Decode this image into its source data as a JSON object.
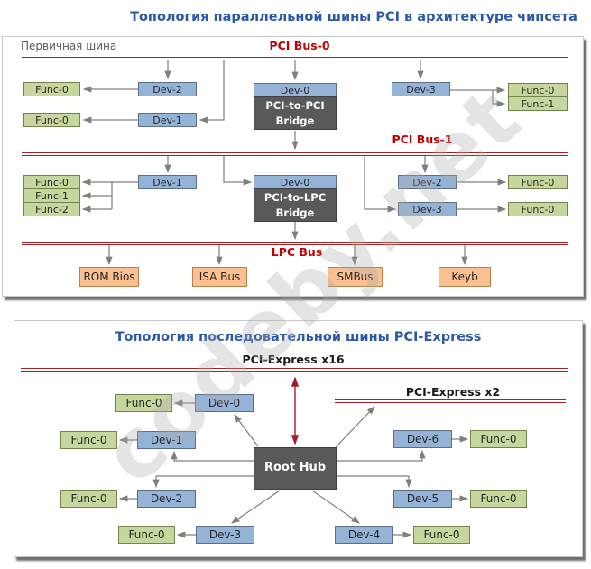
{
  "watermark": "codeby.net",
  "colors": {
    "bus_red": "#a42222",
    "bus_label_red": "#c00000",
    "title_blue": "#2c58a8",
    "dev_blue": "#95b3d7",
    "func_green": "#c6d79e",
    "lpc_orange": "#fac090",
    "bridge_gray": "#595959",
    "arrow_gray": "#7f7f7f",
    "express_arrow_red": "#a8192e"
  },
  "panel1": {
    "title": "Топология параллельной шины PCI в архитектуре чипсета",
    "primary_bus_note": "Первичная шина",
    "bus0_label": "PCI Bus-0",
    "bus1_label": "PCI Bus-1",
    "lpc_label": "LPC Bus",
    "bus0": {
      "func0a": "Func-0",
      "dev2": "Dev-2",
      "func0b": "Func-0",
      "dev1": "Dev-1",
      "bridge_dev": "Dev-0",
      "bridge_name_line1": "PCI-to-PCI",
      "bridge_name_line2": "Bridge",
      "dev3": "Dev-3",
      "func0c": "Func-0",
      "func1": "Func-1"
    },
    "bus1": {
      "func0": "Func-0",
      "func1": "Func-1",
      "func2": "Func-2",
      "dev1": "Dev-1",
      "bridge_dev": "Dev-0",
      "bridge_name_line1": "PCI-to-LPC",
      "bridge_name_line2": "Bridge",
      "dev2": "Dev-2",
      "func0r1": "Func-0",
      "dev3": "Dev-3",
      "func0r2": "Func-0"
    },
    "lpc": {
      "rom": "ROM Bios",
      "isa": "ISA Bus",
      "smbus": "SMBus",
      "keyb": "Keyb"
    }
  },
  "panel2": {
    "title": "Топология последовательной шины PCI-Express",
    "x16_label": "PCI-Express x16",
    "x2_label": "PCI-Express x2",
    "root_hub": "Root Hub",
    "left": {
      "dev0": "Dev-0",
      "func0a": "Func-0",
      "dev1": "Dev-1",
      "func0b": "Func-0",
      "dev2": "Dev-2",
      "func0c": "Func-0",
      "dev3": "Dev-3",
      "func0d": "Func-0"
    },
    "right": {
      "dev6": "Dev-6",
      "func0e": "Func-0",
      "dev5": "Dev-5",
      "func0f": "Func-0",
      "dev4": "Dev-4",
      "func0g": "Func-0"
    }
  }
}
